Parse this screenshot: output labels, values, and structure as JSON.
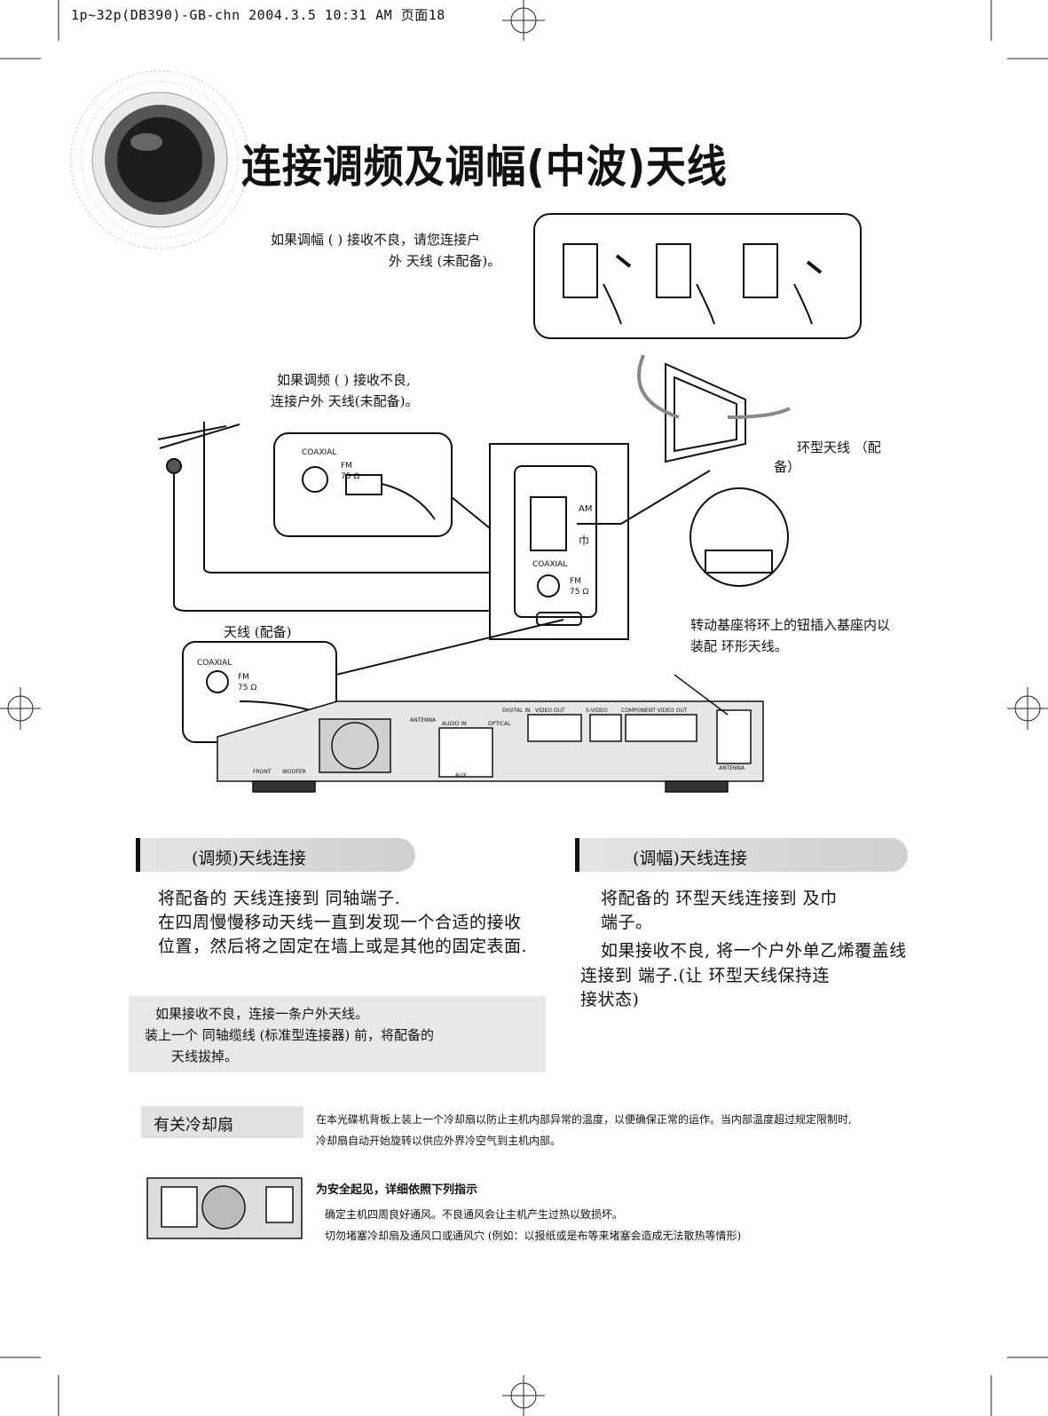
{
  "header": {
    "file_line": "1p~32p(DB390)-GB-chn  2004.3.5 10:31 AM 页面18"
  },
  "title": "连接调频及调幅(中波)天线",
  "callouts": {
    "am_note_line1": "如果调幅 (     ) 接收不良，请您连接户",
    "am_note_line2": "外     天线 (未配备)。",
    "fm_note_line1": "如果调频 (        ) 接收不良,",
    "fm_note_line2": "连接户外         天线(未配备)。",
    "loop_antenna_line1": "环型天线 （配",
    "loop_antenna_line2": "备）",
    "fm_antenna_supplied": "天线 (配备)",
    "mount_note_line1": "转动基座将环上的钮插入基座内以",
    "mount_note_line2": "装配       环形天线。"
  },
  "diagram_labels": {
    "coaxial": "COAXIAL",
    "fm": "FM",
    "ohm": "75 Ω",
    "am": "AM",
    "ground": "巾",
    "antenna": "ANTENNA",
    "optical": "OPTICAL",
    "digital_in": "DIGITAL IN",
    "audio_in": "AUDIO IN",
    "video_out": "VIDEO OUT",
    "s_video": "S-VIDEO",
    "component": "COMPONENT VIDEO OUT",
    "aux": "AUX",
    "front": "FRONT",
    "woofer": "WOOFER"
  },
  "fm_section": {
    "heading": "(调频)天线连接",
    "line1": "将配备的       天线连接到                同轴端子.",
    "line2": "在四周慢慢移动天线一直到发现一个合适的接收",
    "line3": "位置，然后将之固定在墙上或是其他的固定表面."
  },
  "am_section": {
    "heading": "(调幅)天线连接",
    "line1": "将配备的        环型天线连接到         及巾",
    "line2": "端子。",
    "line3": "如果接收不良, 将一个户外单乙烯覆盖线",
    "line4": "连接到        端子.(让        环型天线保持连",
    "line5": "接状态)"
  },
  "tip": {
    "line1": "如果接收不良，连接一条户外天线。",
    "line2": "装上一个           同轴缆线 (标准型连接器) 前，将配备的",
    "line3": "天线拔掉。"
  },
  "fan": {
    "label": "有关冷却扇",
    "desc_line1": "在本光碟机背板上装上一个冷却扇以防止主机内部异常的温度，以便确保正常的运作。当内部温度超过规定限制时,",
    "desc_line2": "冷却扇自动开始旋转以供应外界冷空气到主机内部。",
    "safety_heading": "为安全起见，详细依照下列指示",
    "safety_line1": "确定主机四周良好通风。不良通风会让主机产生过热以致损坏。",
    "safety_line2": "切勿堵塞冷却扇及通风口或通风穴 (例如：以报纸或是布等来堵塞会造成无法散热等情形)"
  }
}
